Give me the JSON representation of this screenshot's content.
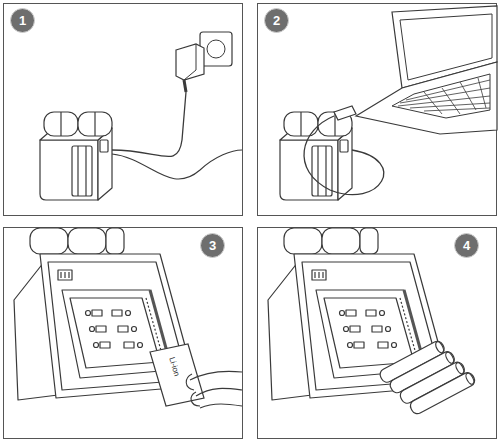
{
  "diagram": {
    "nodes": [
      {
        "text": [
          "1"
        ]
      },
      {
        "text": [
          "2"
        ]
      },
      {
        "text": [
          "3"
        ]
      },
      {
        "text": [
          "4"
        ]
      }
    ],
    "labels": [
      "Li-ion"
    ]
  }
}
